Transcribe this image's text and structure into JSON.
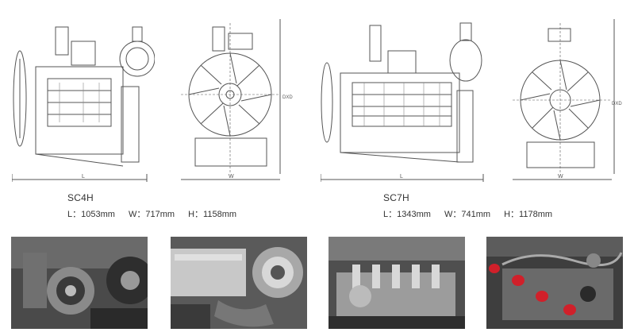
{
  "engines": [
    {
      "model": "SC4H",
      "dims": {
        "l": "L：1053mm",
        "w": "W：717mm",
        "h": "H：1158mm"
      }
    },
    {
      "model": "SC7H",
      "dims": {
        "l": "L：1343mm",
        "w": "W：741mm",
        "h": "H：1178mm"
      }
    }
  ],
  "drawing_marks": {
    "length": "L",
    "width": "W",
    "height": "DXD"
  },
  "colors": {
    "line": "#555555",
    "photo_dark": "#3a3a3a",
    "photo_metal": "#9a9a9a",
    "accent_red": "#d0202a"
  }
}
